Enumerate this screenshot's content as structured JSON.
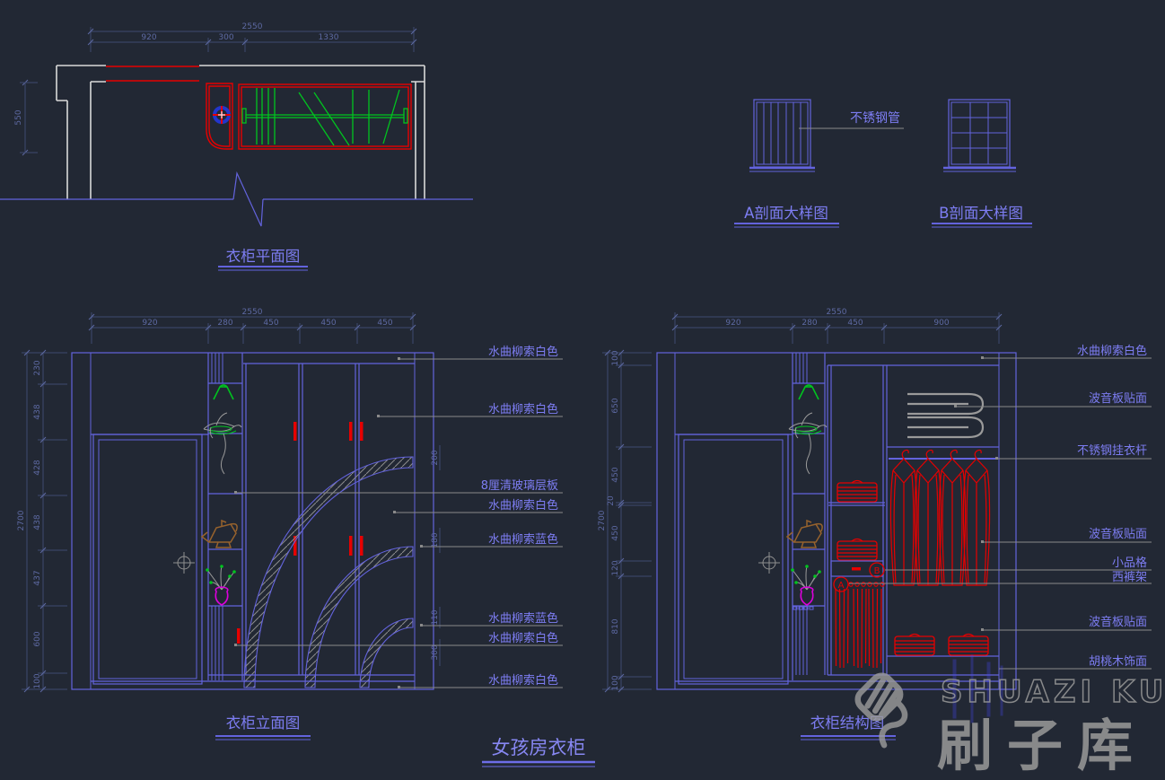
{
  "colors": {
    "background": "#222834",
    "cad_line_blue": "#6363dd",
    "dimension_line": "#3e4a70",
    "dimension_text": "#5d69a2",
    "label_text": "#7d7df2",
    "wall_white": "#d9d9d9",
    "red": "#e60000",
    "green": "#00c41f",
    "magenta": "#dc00dc",
    "brown": "#96622d",
    "leader_gray": "#8a8a8a",
    "watermark_gray": "#9a9a9a"
  },
  "plan": {
    "title": "衣柜平面图",
    "dim_total": "2550",
    "dim_segments": [
      "920",
      "300",
      "1330"
    ],
    "dim_left": "550"
  },
  "section_a": {
    "title": "A剖面大样图",
    "label": "不锈钢管"
  },
  "section_b": {
    "title": "B剖面大样图"
  },
  "elevation": {
    "title": "衣柜立面图",
    "dim_total": "2550",
    "dim_segments": [
      "920",
      "280",
      "450",
      "450",
      "450"
    ],
    "dim_v_total": "2700",
    "dim_v_segments": [
      "230",
      "438",
      "428",
      "438",
      "437",
      "600",
      "100"
    ],
    "small_dims": [
      "200",
      "180",
      "110",
      "300"
    ],
    "labels": [
      "水曲柳索白色",
      "水曲柳索白色",
      "8厘清玻璃层板",
      "水曲柳索白色",
      "水曲柳索蓝色",
      "水曲柳索蓝色",
      "水曲柳索白色",
      "水曲柳索白色"
    ]
  },
  "structure": {
    "title": "衣柜结构图",
    "dim_total": "2550",
    "dim_segments": [
      "920",
      "280",
      "450",
      "900"
    ],
    "dim_v_total": "2700",
    "dim_v_segments": [
      "100",
      "650",
      "450",
      "20",
      "450",
      "120",
      "810",
      "100"
    ],
    "labels": [
      "水曲柳索白色",
      "波音板贴面",
      "不锈钢挂衣杆",
      "波音板贴面",
      "小品格",
      "西裤架",
      "波音板贴面",
      "胡桃木饰面"
    ],
    "marker_a": "A",
    "marker_b": "B"
  },
  "main_title": "女孩房衣柜",
  "watermark": {
    "brand_en": "SHUAZI KU",
    "brand_cn": "刷子库"
  }
}
